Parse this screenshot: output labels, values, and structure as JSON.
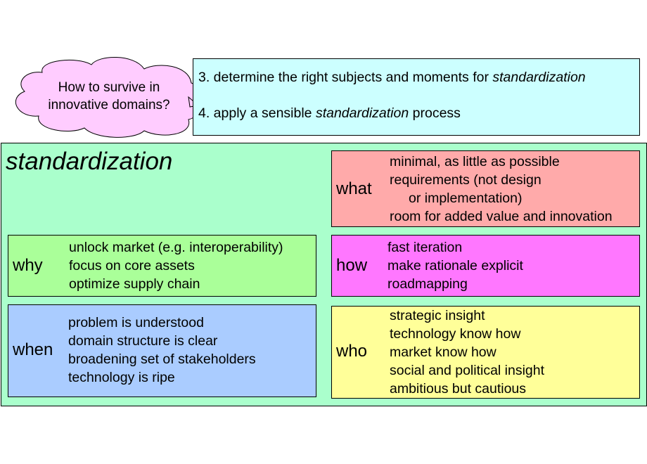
{
  "cloud": {
    "lines": [
      "How to survive in",
      "innovative domains?"
    ],
    "fill": "#ffccff"
  },
  "steps": {
    "step3": {
      "prefix": "3. determine the right subjects and moments for ",
      "emphasis": "standardization",
      "suffix": ""
    },
    "step4": {
      "prefix": "4. apply a sensible ",
      "emphasis": "standardization",
      "suffix": " process"
    },
    "fill": "#ccffff"
  },
  "main": {
    "title": "standardization",
    "fill": "#aaffcc"
  },
  "boxes": {
    "what": {
      "label": "what",
      "fill": "#ffaaaa",
      "lines": [
        "minimal, as little as possible",
        "requirements (not design",
        "or implementation)",
        "room for added value and innovation"
      ]
    },
    "why": {
      "label": "why",
      "fill": "#aaff99",
      "lines": [
        "unlock market (e.g. interoperability)",
        "focus on core assets",
        "optimize supply chain"
      ]
    },
    "how": {
      "label": "how",
      "fill": "#ff77ff",
      "lines": [
        "fast iteration",
        "make rationale explicit",
        "roadmapping"
      ]
    },
    "when": {
      "label": "when",
      "fill": "#aaccff",
      "lines": [
        "problem is understood",
        "domain structure is clear",
        "broadening set of stakeholders",
        "technology is ripe"
      ]
    },
    "who": {
      "label": "who",
      "fill": "#ffff99",
      "lines": [
        "strategic insight",
        "technology know how",
        "market know how",
        "social and political insight",
        "ambitious but cautious"
      ]
    }
  }
}
